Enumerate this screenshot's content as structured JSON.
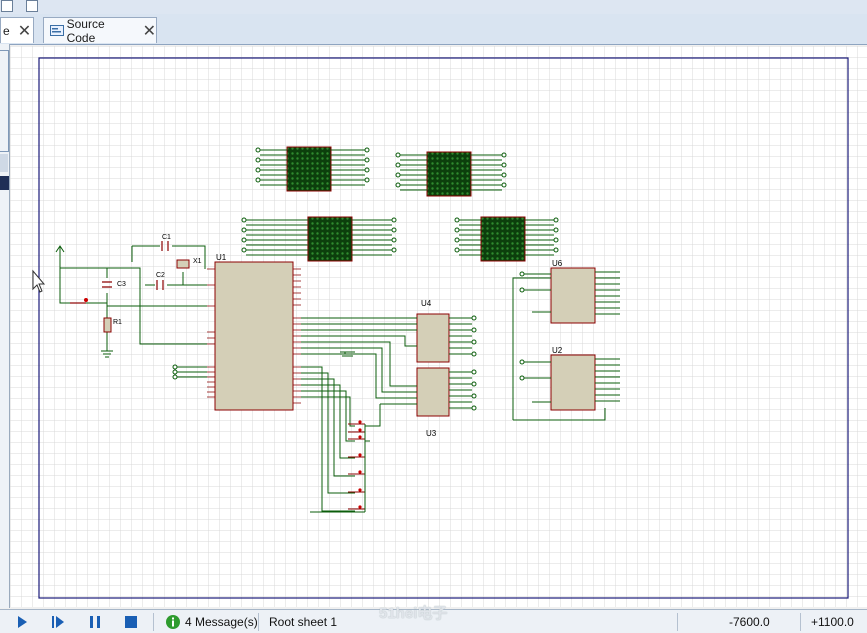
{
  "tabs": [
    {
      "label": "e",
      "active": true
    },
    {
      "label": "Source Code",
      "icon": "source-code-icon"
    }
  ],
  "status": {
    "messages": "4 Message(s)",
    "sheet": "Root sheet 1",
    "coord_x": "-7600.0",
    "coord_y": "+1100.0",
    "watermark": "51hei电子"
  },
  "components": {
    "u1": "U1",
    "u2": "U2",
    "u3": "U3",
    "u4": "U4",
    "u6": "U6",
    "c1": "C1",
    "c2": "C2",
    "c3": "C3",
    "x1": "X1",
    "r1": "R1"
  },
  "colors": {
    "grid": "#dcdcdc",
    "sheet_border": "#1a1a7a",
    "wire": "#0b5d0b",
    "matrix": "#0c3f0c",
    "chip_fill": "#d4cfb7",
    "chip_edge": "#8b0000"
  }
}
